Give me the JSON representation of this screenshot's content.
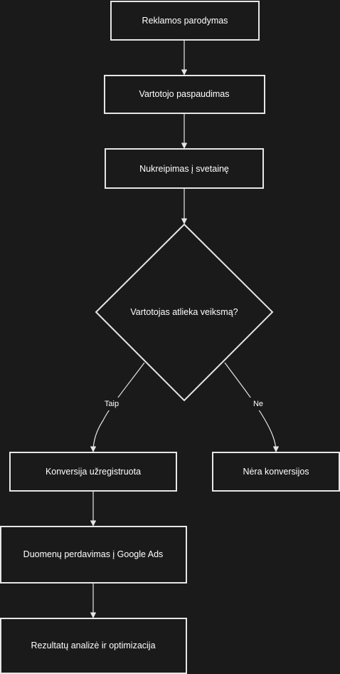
{
  "nodes": {
    "ad_impression": "Reklamos parodymas",
    "user_click": "Vartotojo paspaudimas",
    "site_redirect": "Nukreipimas į svetainę",
    "user_action_question": "Vartotojas atlieka veiksmą?",
    "conversion_registered": "Konversija užregistruota",
    "no_conversion": "Nėra konversijos",
    "data_transfer": "Duomenų perdavimas į Google Ads",
    "results_analysis": "Rezultatų analizė ir optimizacija"
  },
  "edges": {
    "yes_label": "Taip",
    "no_label": "Ne"
  },
  "colors": {
    "background": "#1a1a1a",
    "stroke": "#e6e6e6",
    "text": "#ffffff"
  }
}
